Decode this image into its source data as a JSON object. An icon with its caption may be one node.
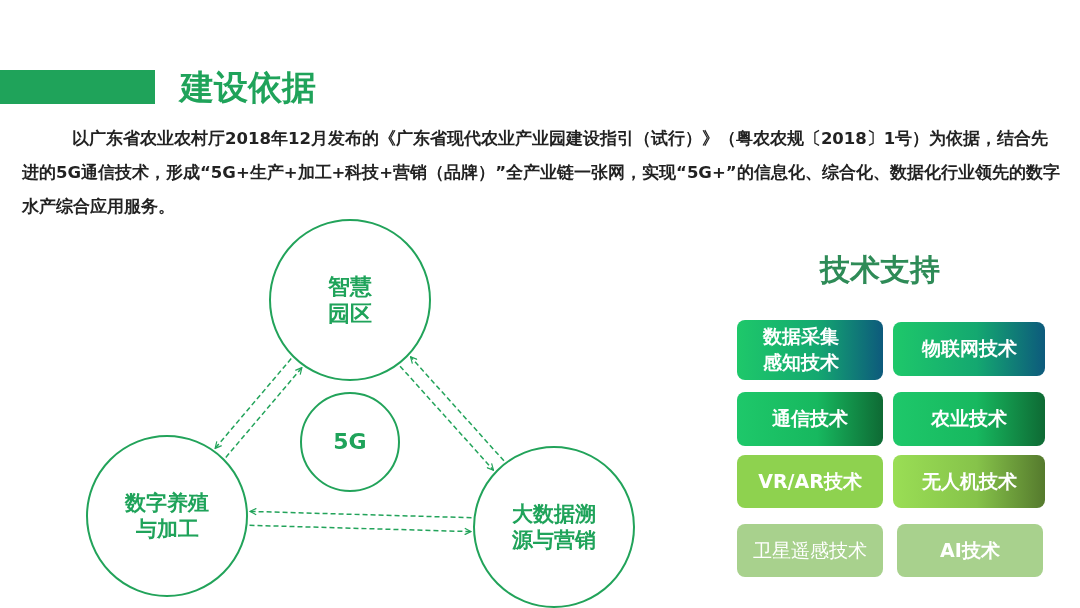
{
  "diagram": {
    "title": "建设依据",
    "nodes": [
      {
        "text": [
          "智慧园区"
        ]
      },
      {
        "text": [
          "5G"
        ]
      },
      {
        "text": [
          "数字养殖与加工"
        ]
      },
      {
        "text": [
          "大数据溯源与营销"
        ]
      },
      {
        "text": [
          "数据采集感知技术"
        ]
      },
      {
        "text": [
          "物联网技术"
        ]
      },
      {
        "text": [
          "通信技术"
        ]
      },
      {
        "text": [
          "农业技术"
        ]
      },
      {
        "text": [
          "VR/AR技术"
        ]
      },
      {
        "text": [
          "无人机技术"
        ]
      },
      {
        "text": [
          "卫星遥感技术"
        ]
      },
      {
        "text": [
          "AI技术"
        ]
      }
    ],
    "edges": [
      {
        "from": 2,
        "to": 0,
        "arrow": "to",
        "style": "dashed"
      },
      {
        "from": 0,
        "to": 2,
        "arrow": "to",
        "style": "dashed"
      },
      {
        "from": 0,
        "to": 3,
        "arrow": "to",
        "style": "dashed"
      },
      {
        "from": 3,
        "to": 0,
        "arrow": "to",
        "style": "dashed"
      },
      {
        "from": 2,
        "to": 3,
        "arrow": "to",
        "style": "dashed"
      },
      {
        "from": 3,
        "to": 2,
        "arrow": "to",
        "style": "dashed"
      }
    ],
    "labels": [
      "以广东省农业农村厅2018年12月发布的《广东省现代农业产业园建设指引（试行）》（粤农农规〔2018〕1号）为依据，结合先进的5G通信技术，形成“5G+生产+加工+科技+营销（品牌）”全产业链一张网，实现“5G+”的信息化、综合化、数据化行业领先的数字水产综合应用服务。",
      "技术支持"
    ]
  }
}
